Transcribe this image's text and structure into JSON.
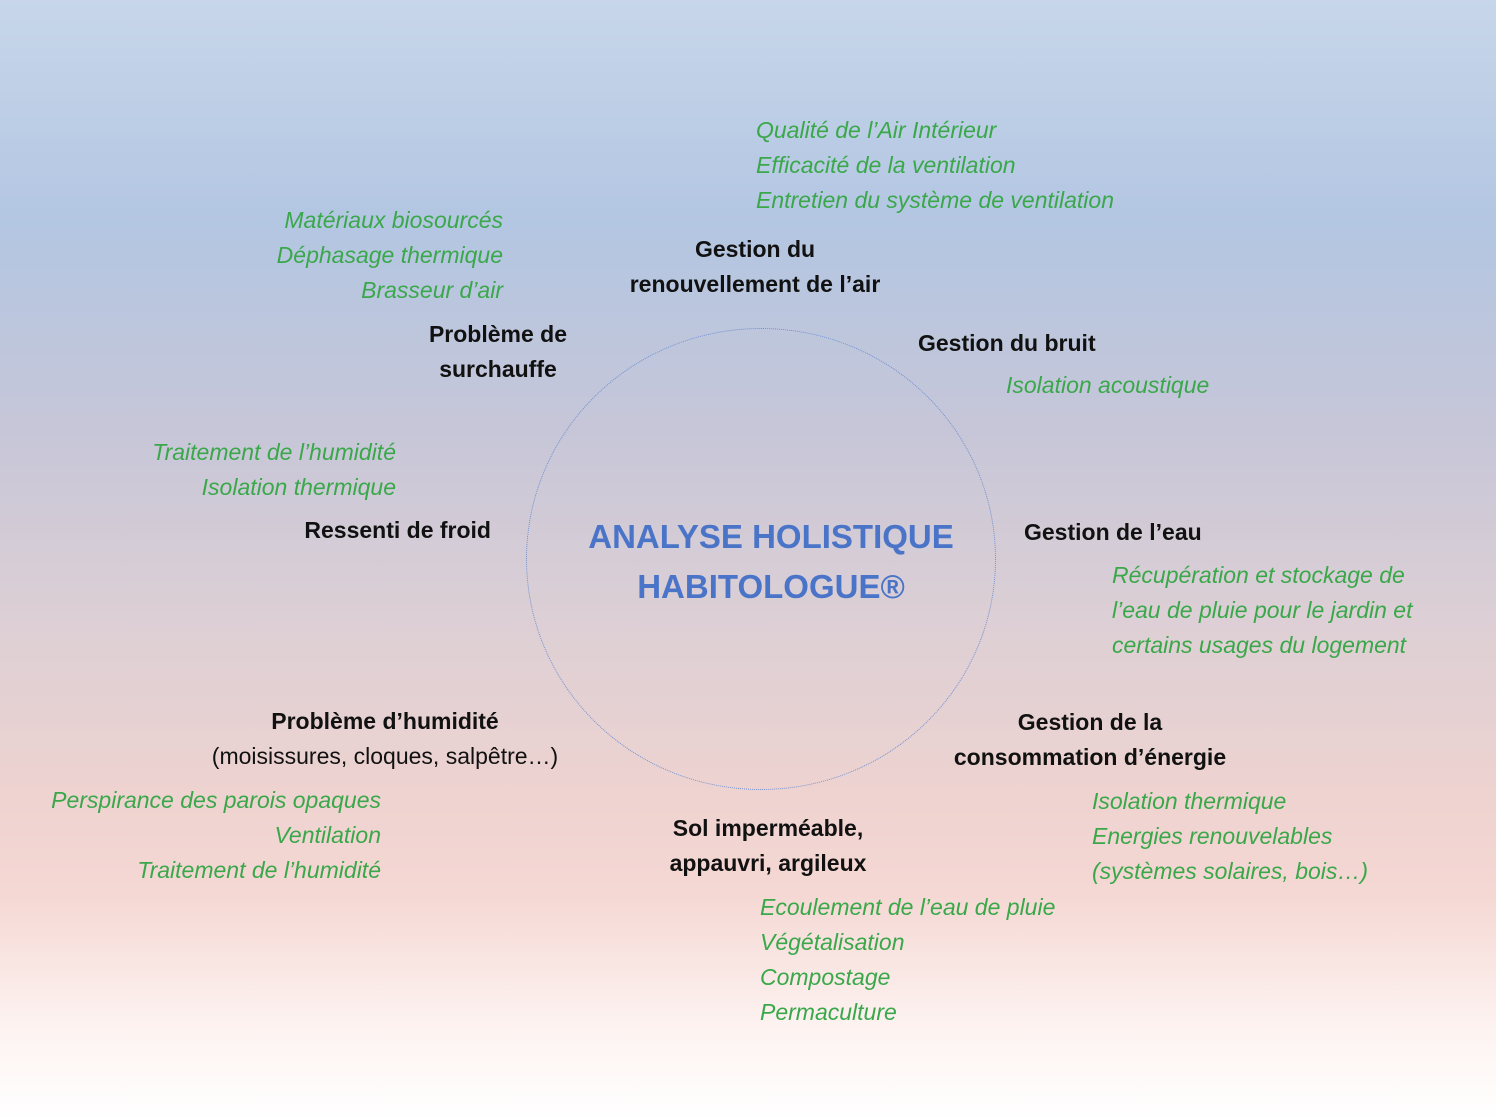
{
  "center": {
    "line1": "ANALYSE HOLISTIQUE",
    "line2": "HABITOLOGUE®"
  },
  "topics": {
    "air": {
      "title": [
        "Gestion du",
        "renouvellement de l’air"
      ],
      "notes": [
        "Qualité de l’Air Intérieur",
        "Efficacité de la ventilation",
        "Entretien du système de ventilation"
      ]
    },
    "bruit": {
      "title": [
        "Gestion du bruit"
      ],
      "notes": [
        "Isolation acoustique"
      ]
    },
    "eau": {
      "title": [
        "Gestion de l’eau"
      ],
      "notes": [
        "Récupération et stockage de",
        "l’eau de pluie pour le jardin et",
        "certains usages du logement"
      ]
    },
    "energie": {
      "title": [
        "Gestion de la",
        "consommation d’énergie"
      ],
      "notes": [
        "Isolation thermique",
        "Energies renouvelables",
        "(systèmes solaires, bois…)"
      ]
    },
    "sol": {
      "title": [
        "Sol imperméable,",
        "appauvri, argileux"
      ],
      "notes": [
        "Ecoulement de l’eau de pluie",
        "Végétalisation",
        "Compostage",
        "Permaculture"
      ]
    },
    "humidite": {
      "title": [
        "Problème d’humidité"
      ],
      "subtitle": "(moisissures, cloques, salpêtre…)",
      "notes": [
        "Perspirance des parois opaques",
        "Ventilation",
        "Traitement de l’humidité"
      ]
    },
    "froid": {
      "title": [
        "Ressenti de froid"
      ],
      "notes": [
        "Traitement de l’humidité",
        "Isolation thermique"
      ]
    },
    "surchauffe": {
      "title": [
        "Problème de",
        "surchauffe"
      ],
      "notes": [
        "Matériaux biosourcés",
        "Déphasage thermique",
        "Brasseur d’air"
      ]
    }
  }
}
